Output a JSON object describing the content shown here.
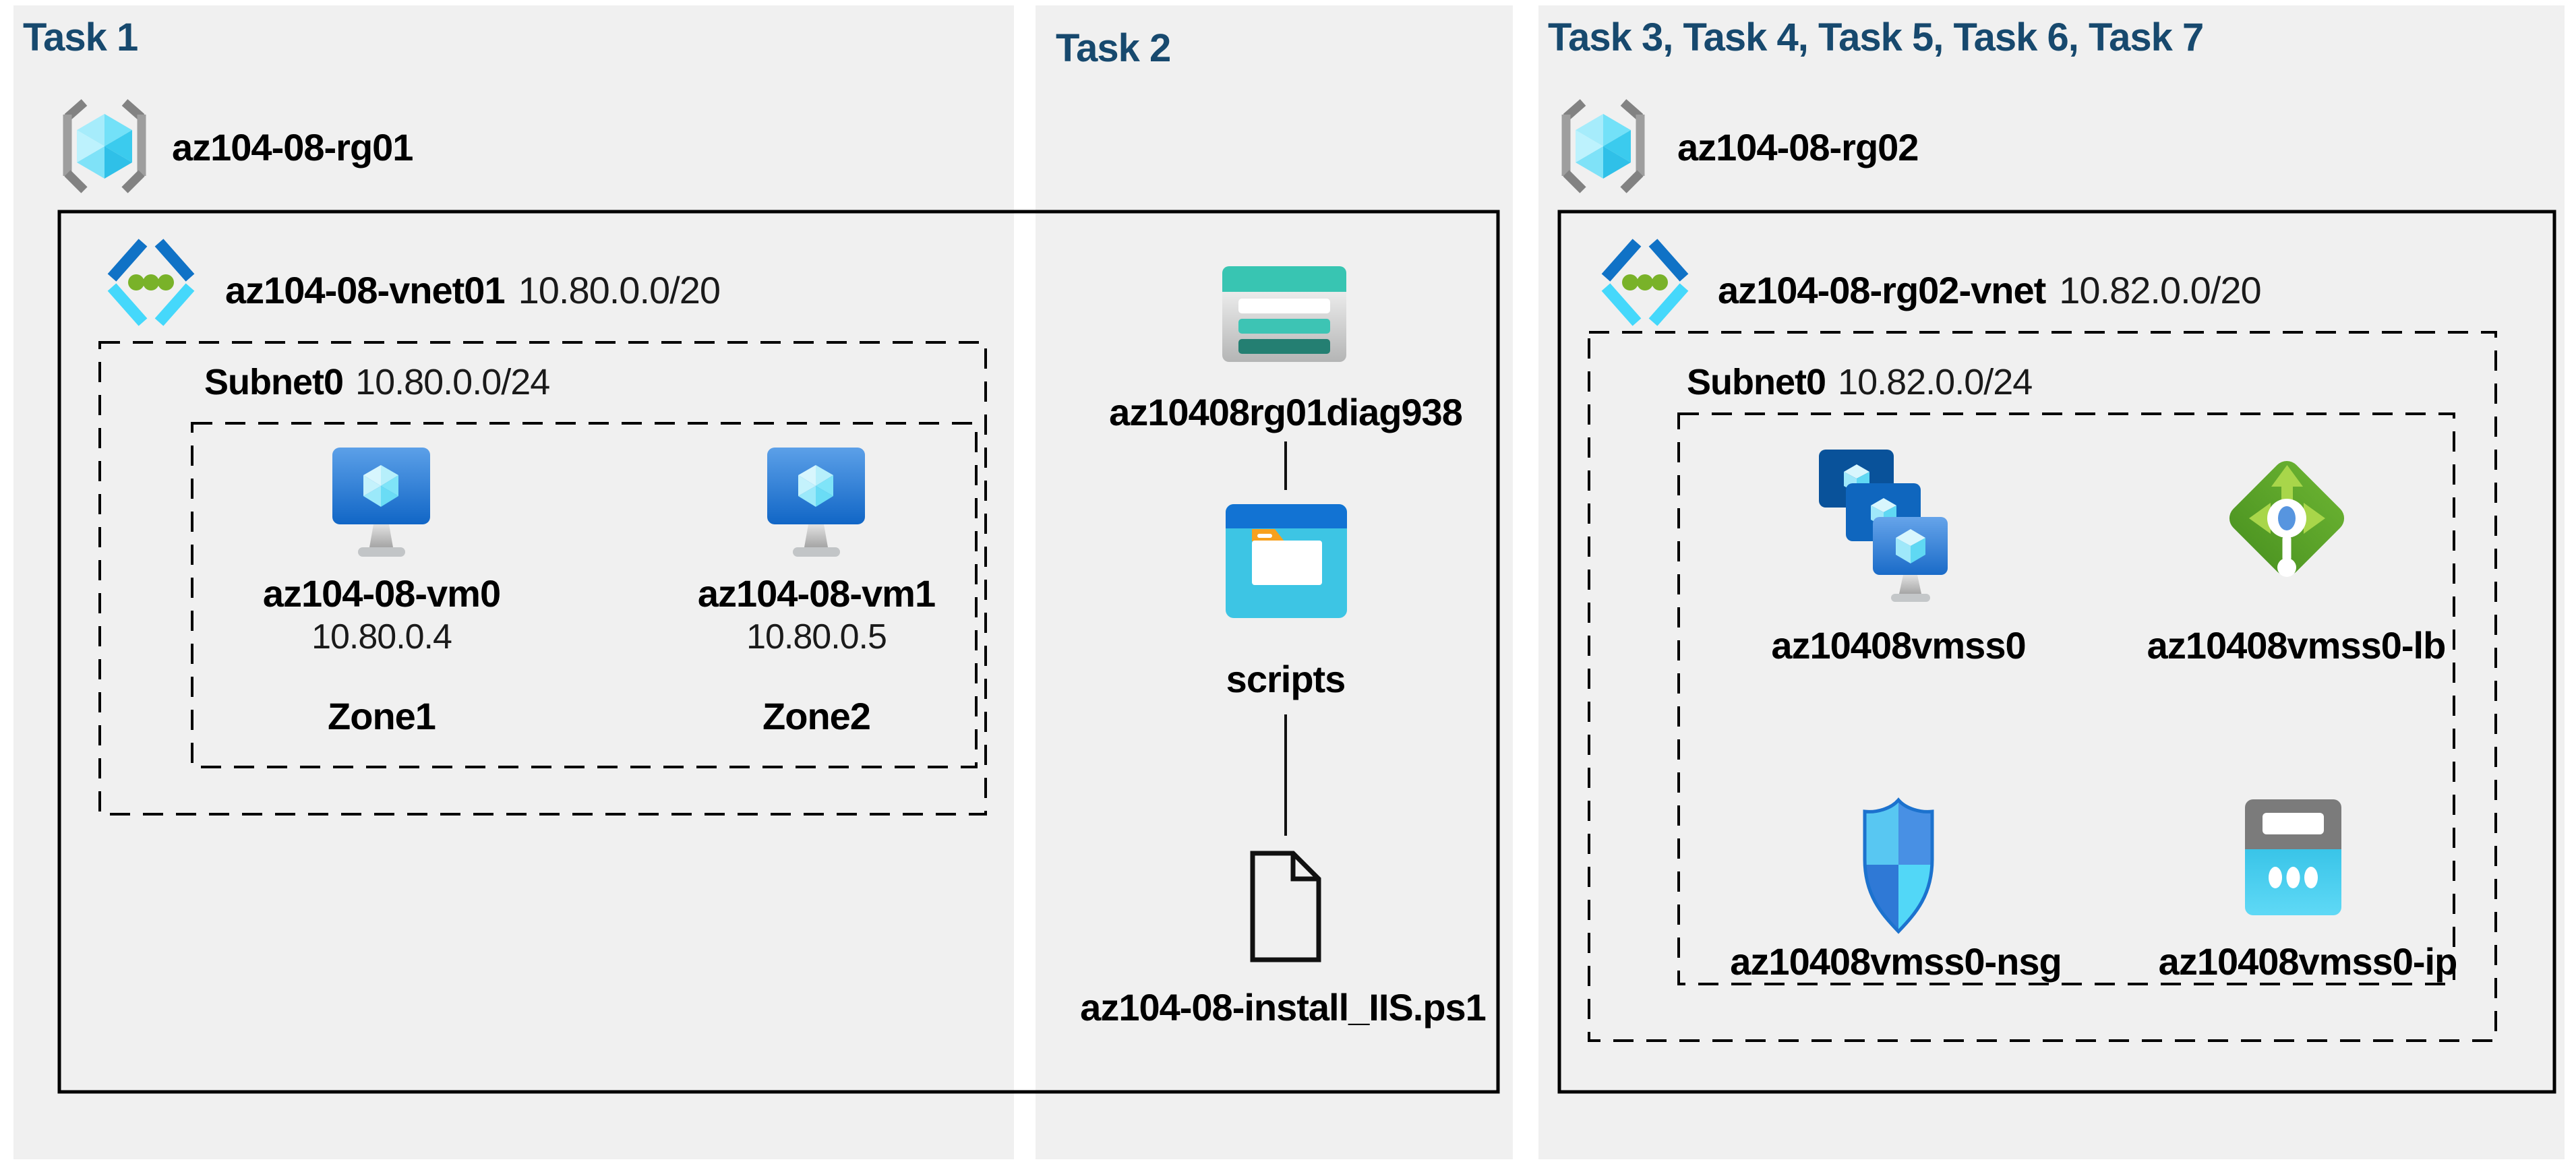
{
  "colors": {
    "page_bg": "#FFFFFF",
    "panel_bg": "#F0F0F0",
    "title_text": "#17496E",
    "label_text": "#000000",
    "muted_text": "#1A1A1A",
    "box_border": "#000000",
    "azure_blue": "#0F6CBD",
    "azure_cyan": "#50E6FF",
    "lb_green": "#5CA52B",
    "storage_teal": "#38C5B2"
  },
  "icons": {
    "resource_group": "cyan-cube-in-gray-brackets",
    "virtual_network": "blue-cyan-chevrons-with-green-dots",
    "virtual_machine": "blue-monitor-with-cyan-cube",
    "storage_account": "teal-table-card",
    "blob_container": "blue-window-with-folder",
    "script_file": "outlined-document-folded-corner",
    "vm_scale_set": "three-stacked-blue-monitors",
    "load_balancer": "green-diamond-arrows-keyhole",
    "network_security_group": "blue-quadrant-shield",
    "public_ip": "cyan-block-with-dots"
  },
  "task1": {
    "title": "Task 1",
    "resource_group": "az104-08-rg01",
    "vnet": {
      "name": "az104-08-vnet01",
      "cidr": "10.80.0.0/20"
    },
    "subnet": {
      "name": "Subnet0",
      "cidr": "10.80.0.0/24"
    },
    "vms": [
      {
        "name": "az104-08-vm0",
        "ip": "10.80.0.4",
        "zone": "Zone1"
      },
      {
        "name": "az104-08-vm1",
        "ip": "10.80.0.5",
        "zone": "Zone2"
      }
    ]
  },
  "task2": {
    "title": "Task 2",
    "storage_account": "az10408rg01diag938",
    "container": "scripts",
    "file": "az104-08-install_IIS.ps1"
  },
  "task3": {
    "title": "Task 3, Task 4, Task 5, Task 6, Task 7",
    "resource_group": "az104-08-rg02",
    "vnet": {
      "name": "az104-08-rg02-vnet",
      "cidr": "10.82.0.0/20"
    },
    "subnet": {
      "name": "Subnet0",
      "cidr": "10.82.0.0/24"
    },
    "resources": [
      {
        "name": "az10408vmss0",
        "type": "vm-scale-set"
      },
      {
        "name": "az10408vmss0-lb",
        "type": "load-balancer"
      },
      {
        "name": "az10408vmss0-nsg",
        "type": "network-security-group"
      },
      {
        "name": "az10408vmss0-ip",
        "type": "public-ip"
      }
    ]
  }
}
